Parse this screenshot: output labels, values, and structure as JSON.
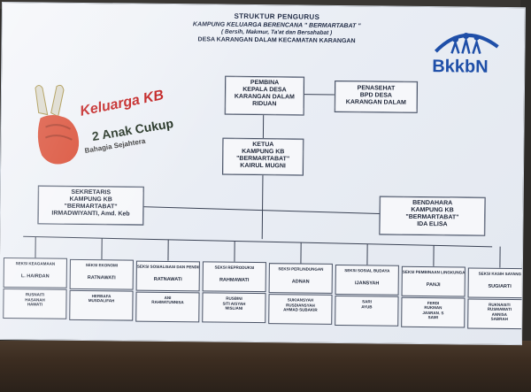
{
  "title": {
    "line1": "STRUKTUR PENGURUS",
    "line2": "KAMPUNG KELUARGA BERENCANA \" BERMARTABAT \"",
    "line3": "( Bersih, Makmur, Ta'at dan Bersahabat )",
    "line4": "DESA KARANGAN DALAM KECAMATAN KARANGAN"
  },
  "logos": {
    "bkkbn": "BkkbN",
    "badge_brand": "Keluarga KB",
    "badge_main": "2 Anak Cukup",
    "badge_sub": "Bahagia Sejahtera"
  },
  "colors": {
    "logo_blue": "#1f4fa8",
    "badge_red": "#c01818"
  },
  "pembina": {
    "lines": [
      "PEMBINA",
      "KEPALA DESA",
      "KARANGAN DALAM",
      "RIDUAN"
    ]
  },
  "penasehat": {
    "lines": [
      "PENASEHAT",
      "BPD DESA",
      "KARANGAN DALAM"
    ]
  },
  "ketua": {
    "lines": [
      "KETUA",
      "KAMPUNG KB",
      "\"BERMARTABAT\"",
      "KAIRUL MUGNI"
    ]
  },
  "sekretaris": {
    "lines": [
      "SEKRETARIS",
      "KAMPUNG KB",
      "\"BERMARTABAT\"",
      "IRMADWIYANTI, Amd. Keb"
    ]
  },
  "bendahara": {
    "lines": [
      "BENDAHARA",
      "KAMPUNG KB",
      "\"BERMARTABAT\"",
      "IDA ELISA"
    ]
  },
  "seksi": [
    {
      "head": "SEKSI KEAGAMAAN",
      "coordinator": "L. HAIRDAN",
      "members": [
        "RUSNAITI",
        "HASANAH",
        "HAWATI"
      ]
    },
    {
      "head": "SEKSI EKONOMI",
      "coordinator": "RATNAWATI",
      "members": [
        "HERBAFA",
        "MUSDALIFAH"
      ]
    },
    {
      "head": "SEKSI SOSIALISASI DAN PENDIDIKAN",
      "coordinator": "RATNAWATI",
      "members": [
        "ANI",
        "RAHMATUNNISA"
      ]
    },
    {
      "head": "SEKSI REPRODUKSI",
      "coordinator": "RAHMAWATI",
      "members": [
        "RUSBINI",
        "SITI AISYAH",
        "MISLIANI"
      ]
    },
    {
      "head": "SEKSI PERLINDUNGAN",
      "coordinator": "ADNAN",
      "members": [
        "SUKIANSYAH",
        "RUSDIANSYAH",
        "AHMAD SUBAKIR"
      ]
    },
    {
      "head": "SEKSI SOSIAL BUDAYA",
      "coordinator": "IJANSYAH",
      "members": [
        "SARI",
        "AYUB"
      ]
    },
    {
      "head": "SEKSI PEMBINAAN LINGKUNGAN",
      "coordinator": "PANJI",
      "members": [
        "FERDI",
        "RUKMAN",
        "JASRAN. S",
        "SAMI"
      ]
    },
    {
      "head": "SEKSI KASIH SAYANG",
      "coordinator": "SUGIARTI",
      "members": [
        "RUKNAISTI",
        "RUSMAWATI",
        "ANNISA",
        "SABRAH"
      ]
    }
  ]
}
